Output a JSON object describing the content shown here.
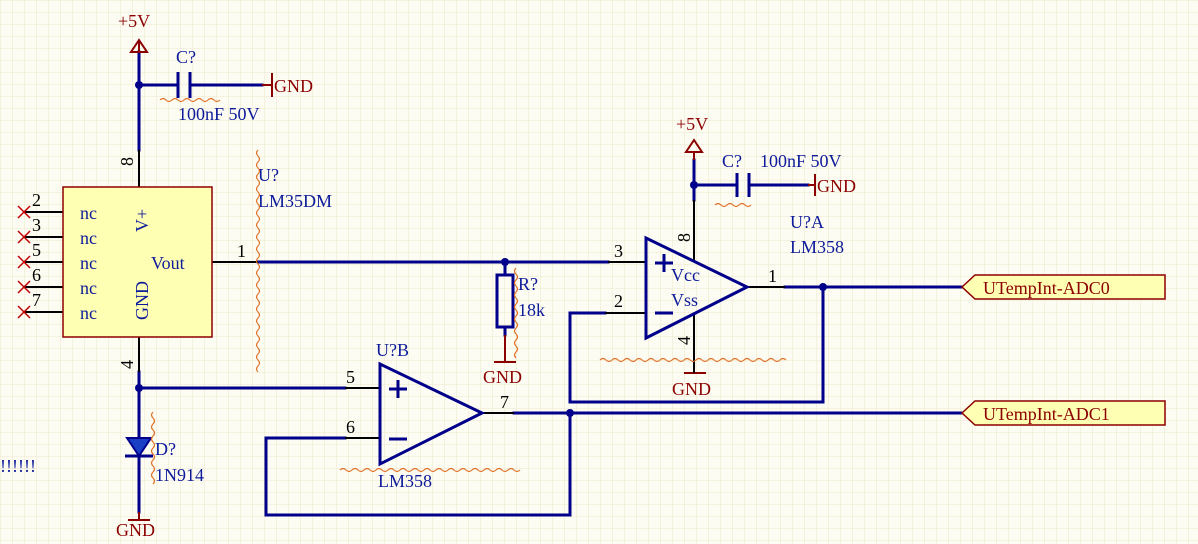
{
  "power": {
    "vcc_label": "+5V",
    "gnd_label": "GND"
  },
  "lm35": {
    "designator": "U?",
    "part": "LM35DM",
    "nc": "nc",
    "vplus": "V+",
    "vout": "Vout",
    "gnd_pin": "GND",
    "pin_vplus": "8",
    "pin_gnd": "4",
    "pin_vout": "1",
    "nc_pins": [
      "2",
      "3",
      "5",
      "6",
      "7"
    ]
  },
  "c_top": {
    "designator": "C?",
    "value": "100nF 50V"
  },
  "c_right": {
    "designator": "C?",
    "value": "100nF 50V"
  },
  "resistor": {
    "designator": "R?",
    "value": "18k"
  },
  "diode": {
    "designator": "D?",
    "part": "1N914"
  },
  "opamp_a": {
    "designator": "U?A",
    "part": "LM358",
    "vcc": "Vcc",
    "vss": "Vss",
    "pin_in_plus": "3",
    "pin_in_minus": "2",
    "pin_out": "1",
    "pin_vcc": "8",
    "pin_vss": "4"
  },
  "opamp_b": {
    "designator": "U?B",
    "part": "LM358",
    "pin_in_plus": "5",
    "pin_in_minus": "6",
    "pin_out": "7"
  },
  "ports": [
    {
      "label": "UTempInt-ADC0"
    },
    {
      "label": "UTempInt-ADC1"
    }
  ],
  "note": "!!!!!!"
}
